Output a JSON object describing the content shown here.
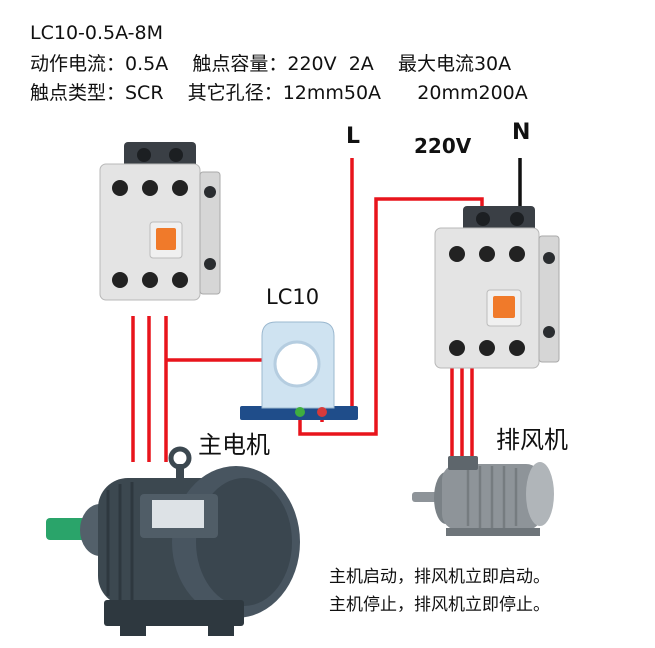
{
  "specs": {
    "model": "LC10-0.5A-8M",
    "line1": "动作电流：0.5A    触点容量：220V  2A    最大电流30A",
    "line2": "触点类型：SCR    其它孔径：12mm50A      20mm200A"
  },
  "labels": {
    "live": "L",
    "neutral": "N",
    "voltage": "220V",
    "sensor": "LC10",
    "main_motor": "主电机",
    "fan": "排风机"
  },
  "notes": {
    "line1": "主机启动，排风机立即启动。",
    "line2": "主机停止，排风机立即停止。"
  },
  "colors": {
    "wire": "#e8141c",
    "neutral_wire": "#111111",
    "motor_body": "#3c4850",
    "fan_body": "#8e9499",
    "contactor_body": "#e4e4e4",
    "contactor_switch": "#f07a2a",
    "sensor_body": "#cfe3f1",
    "shaft": "#2aa46a"
  }
}
